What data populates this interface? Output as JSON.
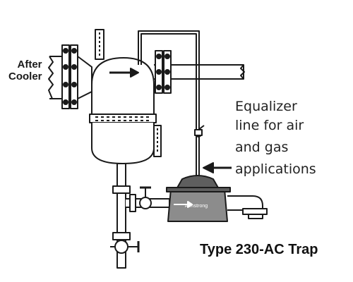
{
  "labels": {
    "after_cooler": [
      "After",
      "Cooler"
    ],
    "equalizer": [
      "Equalizer",
      "line for air",
      "and gas",
      "applications"
    ],
    "trap_title": "Type 230-AC Trap",
    "trap_brand": "Armstrong"
  },
  "colors": {
    "stroke": "#1a1a1a",
    "body_fill": "#ffffff",
    "trap_fill": "#8c8c8c",
    "trap_shade": "#5e5e5e"
  },
  "icons": [
    "flow-arrow-icon",
    "pointer-arrow-icon",
    "valve-handle-icon",
    "pipe-break-icon"
  ]
}
